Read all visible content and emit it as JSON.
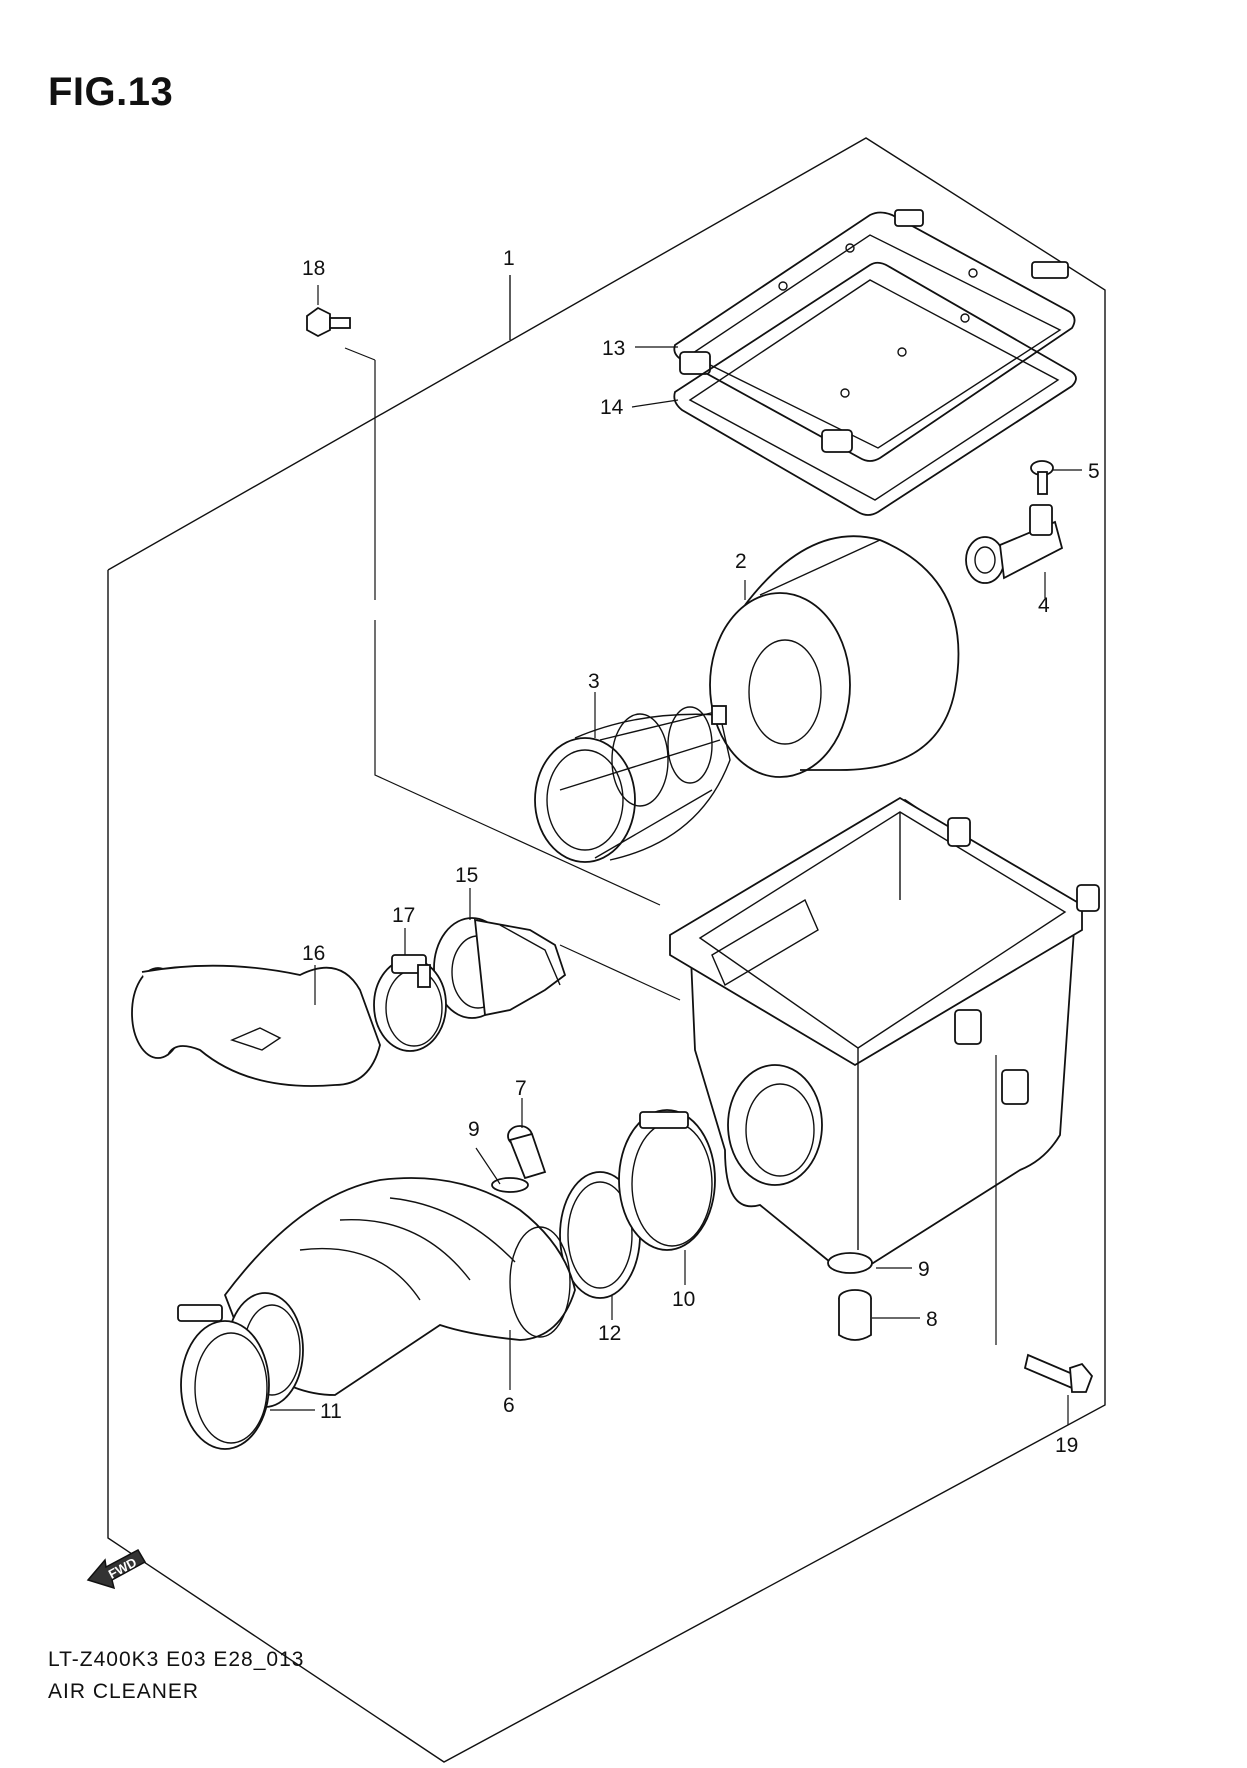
{
  "figure": {
    "title": "FIG.13",
    "model_code": "LT-Z400K3 E03 E28_013",
    "assembly_name": "AIR CLEANER",
    "fwd_label": "FWD"
  },
  "callouts": [
    {
      "id": "c1",
      "label": "1"
    },
    {
      "id": "c2",
      "label": "2"
    },
    {
      "id": "c3",
      "label": "3"
    },
    {
      "id": "c4",
      "label": "4"
    },
    {
      "id": "c5",
      "label": "5"
    },
    {
      "id": "c6",
      "label": "6"
    },
    {
      "id": "c7",
      "label": "7"
    },
    {
      "id": "c8",
      "label": "8"
    },
    {
      "id": "c9a",
      "label": "9"
    },
    {
      "id": "c9b",
      "label": "9"
    },
    {
      "id": "c10",
      "label": "10"
    },
    {
      "id": "c11",
      "label": "11"
    },
    {
      "id": "c12",
      "label": "12"
    },
    {
      "id": "c13",
      "label": "13"
    },
    {
      "id": "c14",
      "label": "14"
    },
    {
      "id": "c15",
      "label": "15"
    },
    {
      "id": "c16",
      "label": "16"
    },
    {
      "id": "c17",
      "label": "17"
    },
    {
      "id": "c18",
      "label": "18"
    },
    {
      "id": "c19",
      "label": "19"
    }
  ]
}
